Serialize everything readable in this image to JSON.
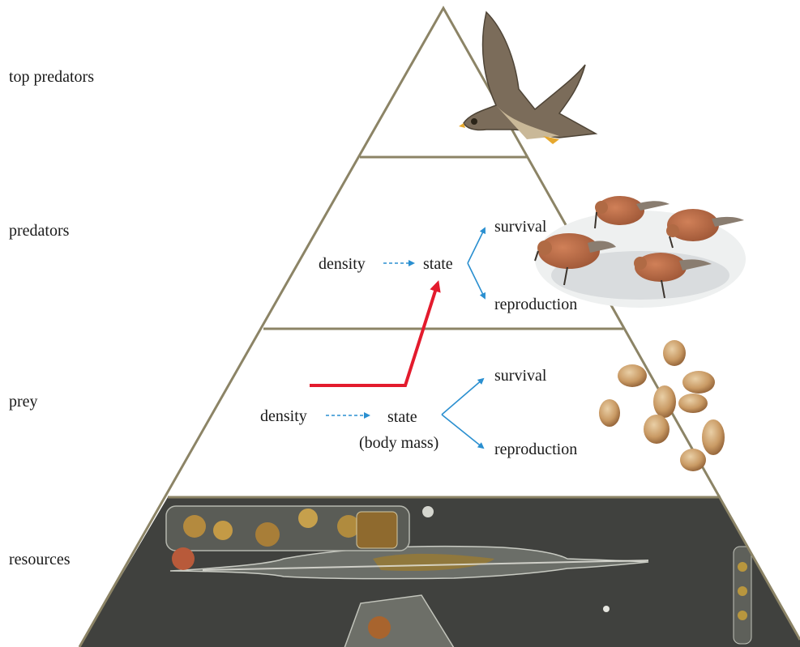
{
  "levels": {
    "top_predators": "top predators",
    "predators": "predators",
    "prey": "prey",
    "resources": "resources"
  },
  "predator_flow": {
    "density": "density",
    "state": "state",
    "survival": "survival",
    "reproduction": "reproduction"
  },
  "prey_flow": {
    "density": "density",
    "state": "state",
    "state_note": "(body mass)",
    "survival": "survival",
    "reproduction": "reproduction"
  },
  "colors": {
    "outline": "#8c8466",
    "dashed_arrow": "#2a8fd0",
    "branch_arrow": "#2a8fd0",
    "link_arrow": "#e31b2d",
    "microscope_bg": "#3b3c3a"
  },
  "images": {
    "top": "falcon-photo",
    "predators": "shorebirds-photo",
    "prey": "cockle-shells-photo",
    "resources": "diatoms-microscopy-photo"
  }
}
